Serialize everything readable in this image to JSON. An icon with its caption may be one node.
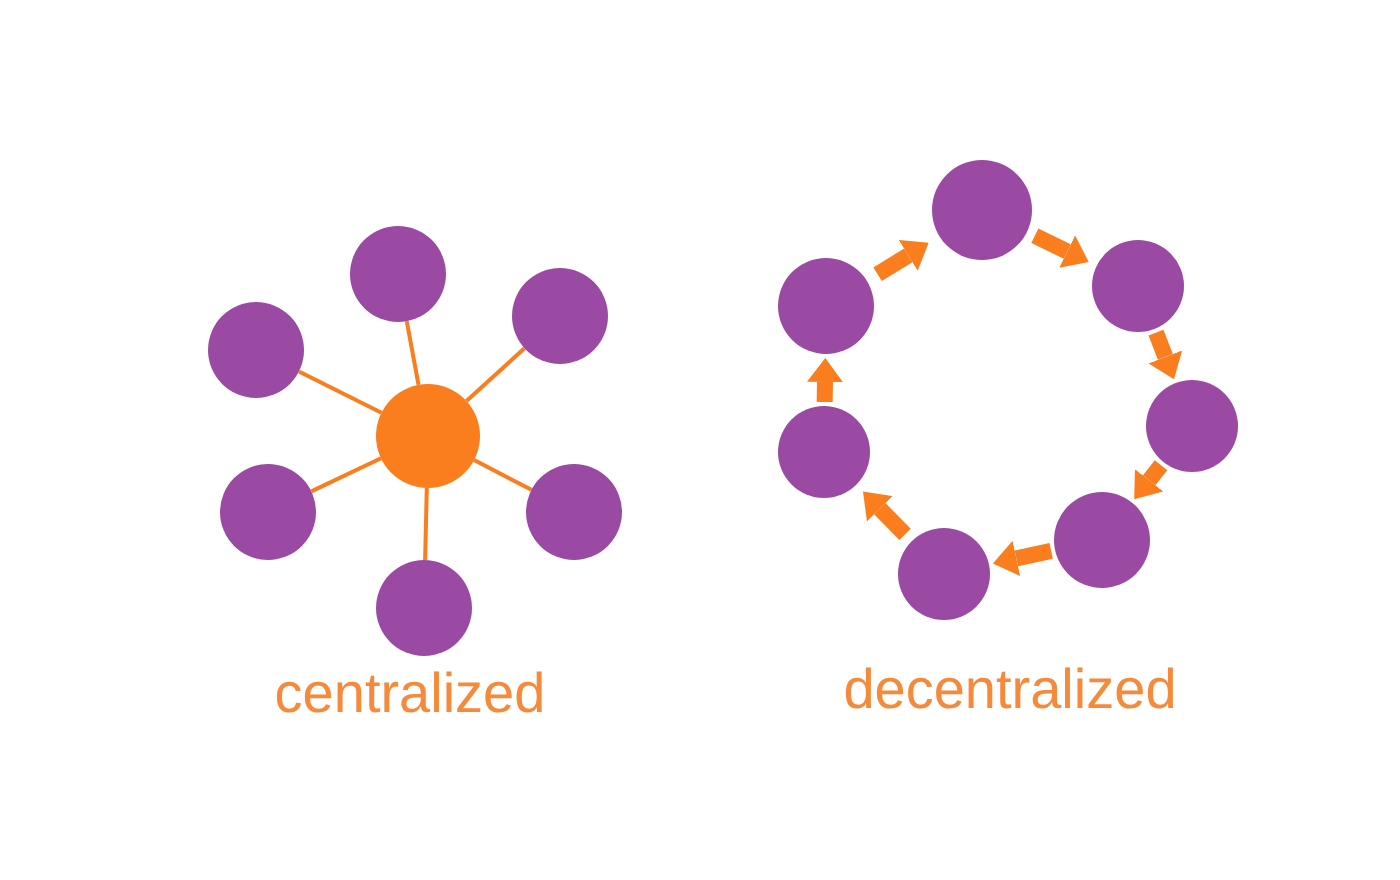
{
  "diagram": {
    "nodes": [
      {
        "text": [],
        "shape": "circle"
      },
      {
        "text": [],
        "shape": "circle"
      },
      {
        "text": [],
        "shape": "circle"
      },
      {
        "text": [],
        "shape": "circle"
      },
      {
        "text": [],
        "shape": "circle"
      },
      {
        "text": [],
        "shape": "circle"
      },
      {
        "text": [],
        "shape": "circle"
      },
      {
        "text": [],
        "shape": "circle"
      },
      {
        "text": [],
        "shape": "circle"
      },
      {
        "text": [],
        "shape": "circle"
      },
      {
        "text": [],
        "shape": "circle"
      },
      {
        "text": [],
        "shape": "circle"
      },
      {
        "text": [],
        "shape": "circle"
      },
      {
        "text": [],
        "shape": "circle"
      }
    ],
    "edges": [
      {
        "from": 3,
        "to": 0,
        "arrow": "none"
      },
      {
        "from": 3,
        "to": 1,
        "arrow": "none"
      },
      {
        "from": 3,
        "to": 2,
        "arrow": "none"
      },
      {
        "from": 3,
        "to": 4,
        "arrow": "none"
      },
      {
        "from": 3,
        "to": 5,
        "arrow": "none"
      },
      {
        "from": 3,
        "to": 6,
        "arrow": "none"
      },
      {
        "from": 8,
        "to": 7,
        "arrow": "to"
      },
      {
        "from": 7,
        "to": 9,
        "arrow": "to"
      },
      {
        "from": 9,
        "to": 10,
        "arrow": "to"
      },
      {
        "from": 10,
        "to": 12,
        "arrow": "to"
      },
      {
        "from": 12,
        "to": 13,
        "arrow": "to"
      },
      {
        "from": 13,
        "to": 11,
        "arrow": "to"
      },
      {
        "from": 11,
        "to": 8,
        "arrow": "to"
      }
    ],
    "labels": [
      "centralized",
      "decentralized"
    ]
  }
}
